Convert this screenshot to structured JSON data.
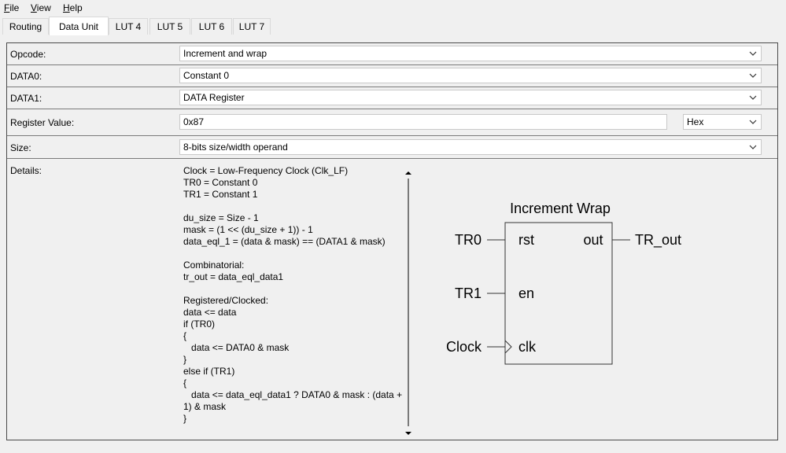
{
  "menu": [
    {
      "label": "File",
      "accel": "F",
      "rest": "ile"
    },
    {
      "label": "View",
      "accel": "V",
      "rest": "iew"
    },
    {
      "label": "Help",
      "accel": "H",
      "rest": "elp"
    }
  ],
  "tabs": [
    "Routing",
    "Data Unit",
    "LUT 4",
    "LUT 5",
    "LUT 6",
    "LUT 7"
  ],
  "active_tab": "Data Unit",
  "fields": {
    "opcode": {
      "label": "Opcode:",
      "value": "Increment and wrap"
    },
    "data0": {
      "label": "DATA0:",
      "value": "Constant 0"
    },
    "data1": {
      "label": "DATA1:",
      "value": "DATA Register"
    },
    "register_value": {
      "label": "Register Value:",
      "value": "0x87",
      "format": "Hex"
    },
    "size": {
      "label": "Size:",
      "value": "8-bits size/width operand"
    }
  },
  "details": {
    "label": "Details:",
    "text": "Clock = Low-Frequency Clock (Clk_LF)\nTR0 = Constant 0\nTR1 = Constant 1\n\ndu_size = Size - 1\nmask = (1 << (du_size + 1)) - 1\ndata_eql_1 = (data & mask) == (DATA1 & mask)\n\nCombinatorial:\ntr_out = data_eql_data1\n\nRegistered/Clocked:\ndata <= data\nif (TR0)\n{\n   data <= DATA0 & mask\n}\nelse if (TR1)\n{\n   data <= data_eql_data1 ? DATA0 & mask : (data +\n1) & mask\n}"
  },
  "diagram": {
    "title": "Increment Wrap",
    "inputs": [
      {
        "signal": "TR0",
        "port": "rst"
      },
      {
        "signal": "TR1",
        "port": "en"
      },
      {
        "signal": "Clock",
        "port": "clk"
      }
    ],
    "output": {
      "port": "out",
      "signal": "TR_out"
    }
  },
  "colors": {
    "window_bg": "#f0f0f0",
    "field_bg": "#ffffff",
    "border": "#7a7a7a"
  },
  "icons": {
    "dropdown": "chevron-down-icon",
    "scroll_up": "arrow-up-icon",
    "scroll_down": "arrow-down-icon"
  }
}
